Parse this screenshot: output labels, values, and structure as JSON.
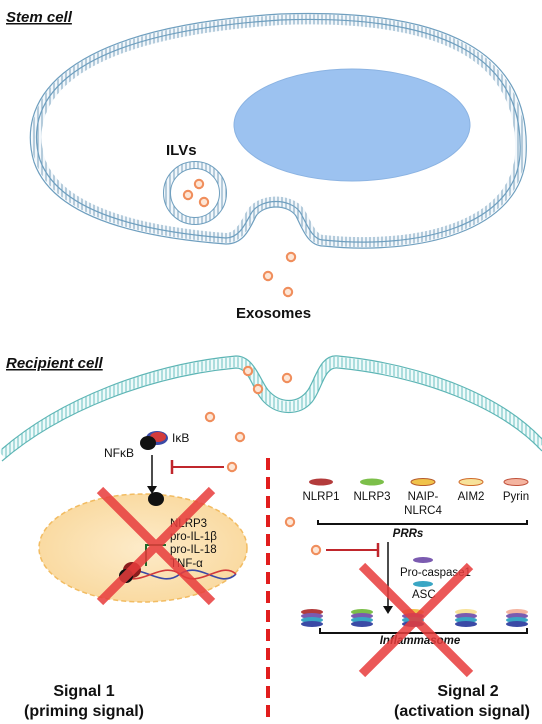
{
  "labels": {
    "stem_cell": "Stem cell",
    "ilvs": "ILVs",
    "exosomes": "Exosomes",
    "recipient_cell": "Recipient cell",
    "nfkb": "NFκB",
    "ikb": "IκB",
    "genes": [
      "NLRP3",
      "pro-IL-1β",
      "pro-IL-18",
      "TNF-α"
    ],
    "receptors": [
      "NLRP1",
      "NLRP3",
      "NAIP-",
      "NLRC4",
      "AIM2",
      "Pyrin"
    ],
    "prrs": "PRRs",
    "pro_caspase1": "Pro-caspase1",
    "asc": "ASC",
    "inflammasome": "Inflammasome",
    "signal1_title": "Signal 1",
    "signal1_sub": "(priming signal)",
    "signal2_title": "Signal 2",
    "signal2_sub": "(activation signal)"
  },
  "colors": {
    "stem_membrane": "#6f9fbf",
    "recipient_membrane": "#64bdbd",
    "nucleus_stem": "#9cc2f0",
    "nucleus_recipient": "#fce3b8",
    "exosome": "#f08e5c",
    "cross": "#e83c3c",
    "divider": "#e11d1d"
  },
  "icons": [
    "exosome-icon",
    "inhibition-arrow-icon",
    "dna-helix-icon",
    "red-cross-icon"
  ]
}
